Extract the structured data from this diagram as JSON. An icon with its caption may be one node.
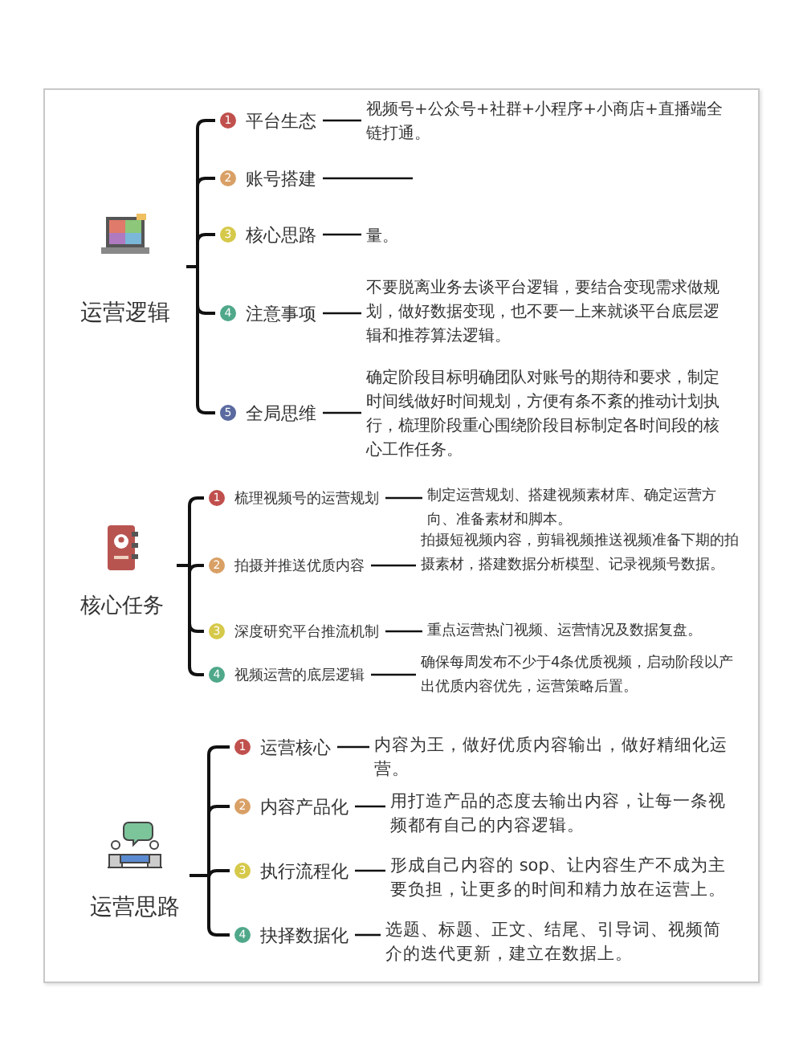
{
  "diagram": {
    "nodes": [
      {
        "text": [
          "运营逻辑"
        ]
      },
      {
        "text": [
          "1",
          "平台生态"
        ]
      },
      {
        "text": [
          "视频号+公众号+社群+小程序+小商店+直播端全链打通。"
        ]
      },
      {
        "text": [
          "2",
          "账号搭建"
        ]
      },
      {
        "text": [
          "3",
          "核心思路"
        ]
      },
      {
        "text": [
          "量。"
        ]
      },
      {
        "text": [
          "4",
          "注意事项"
        ]
      },
      {
        "text": [
          "不要脱离业务去谈平台逻辑，要结合变现需求做规划，做好数据变现，也不要一上来就谈平台底层逻辑和推荐算法逻辑。"
        ]
      },
      {
        "text": [
          "5",
          "全局思维"
        ]
      },
      {
        "text": [
          "确定阶段目标明确团队对账号的期待和要求，制定时间线做好时间规划，方便有条不紊的推动计划执行，梳理阶段重心围绕阶段目标制定各时间段的核心工作任务。"
        ]
      },
      {
        "text": [
          "核心任务"
        ]
      },
      {
        "text": [
          "1",
          "梳理视频号的运营规划"
        ]
      },
      {
        "text": [
          "制定运营规划、搭建视频素材库、确定运营方向、准备素材和脚本。"
        ]
      },
      {
        "text": [
          "2",
          "拍摄并推送优质内容"
        ]
      },
      {
        "text": [
          "拍摄短视频内容，剪辑视频推送视频准备下期的拍摄素材，搭建数据分析模型、记录视频号数据。"
        ]
      },
      {
        "text": [
          "3",
          "深度研究平台推流机制"
        ]
      },
      {
        "text": [
          "重点运营热门视频、运营情况及数据复盘。"
        ]
      },
      {
        "text": [
          "4",
          "视频运营的底层逻辑"
        ]
      },
      {
        "text": [
          "确保每周发布不少于4条优质视频，启动阶段以产出优质内容优先，运营策略后置。"
        ]
      },
      {
        "text": [
          "运营思路"
        ]
      },
      {
        "text": [
          "1",
          "运营核心"
        ]
      },
      {
        "text": [
          "内容为王，做好优质内容输出，做好精细化运营。"
        ]
      },
      {
        "text": [
          "2",
          "内容产品化"
        ]
      },
      {
        "text": [
          "用打造产品的态度去输出内容，让每一条视频都有自己的内容逻辑。"
        ]
      },
      {
        "text": [
          "3",
          "执行流程化"
        ]
      },
      {
        "text": [
          "形成自己内容的 sop、让内容生产不成为主要负担，让更多的时间和精力放在运营上。"
        ]
      },
      {
        "text": [
          "4",
          "抉择数据化"
        ]
      },
      {
        "text": [
          "选题、标题、正文、结尾、引导词、视频简介的迭代更新，建立在数据上。"
        ]
      }
    ],
    "edges": [
      {
        "from": 0,
        "to": 1,
        "arrow": "none"
      },
      {
        "from": 0,
        "to": 3,
        "arrow": "none"
      },
      {
        "from": 0,
        "to": 4,
        "arrow": "none"
      },
      {
        "from": 0,
        "to": 6,
        "arrow": "none"
      },
      {
        "from": 0,
        "to": 8,
        "arrow": "none"
      },
      {
        "from": 1,
        "to": 2,
        "arrow": "none"
      },
      {
        "from": 3,
        "to": null,
        "arrow": "none"
      },
      {
        "from": 4,
        "to": 5,
        "arrow": "none"
      },
      {
        "from": 6,
        "to": 7,
        "arrow": "none"
      },
      {
        "from": 8,
        "to": 9,
        "arrow": "none"
      },
      {
        "from": 10,
        "to": 11,
        "arrow": "none"
      },
      {
        "from": 10,
        "to": 13,
        "arrow": "none"
      },
      {
        "from": 10,
        "to": 15,
        "arrow": "none"
      },
      {
        "from": 10,
        "to": 17,
        "arrow": "none"
      },
      {
        "from": 11,
        "to": 12,
        "arrow": "none"
      },
      {
        "from": 13,
        "to": 14,
        "arrow": "none"
      },
      {
        "from": 15,
        "to": 16,
        "arrow": "none"
      },
      {
        "from": 17,
        "to": 18,
        "arrow": "none"
      },
      {
        "from": 19,
        "to": 20,
        "arrow": "none"
      },
      {
        "from": 19,
        "to": 22,
        "arrow": "none"
      },
      {
        "from": 19,
        "to": 24,
        "arrow": "none"
      },
      {
        "from": 19,
        "to": 26,
        "arrow": "none"
      },
      {
        "from": 20,
        "to": 21,
        "arrow": "none"
      },
      {
        "from": 22,
        "to": 23,
        "arrow": "none"
      },
      {
        "from": 24,
        "to": 25,
        "arrow": "none"
      },
      {
        "from": 26,
        "to": 27,
        "arrow": "none"
      }
    ]
  }
}
